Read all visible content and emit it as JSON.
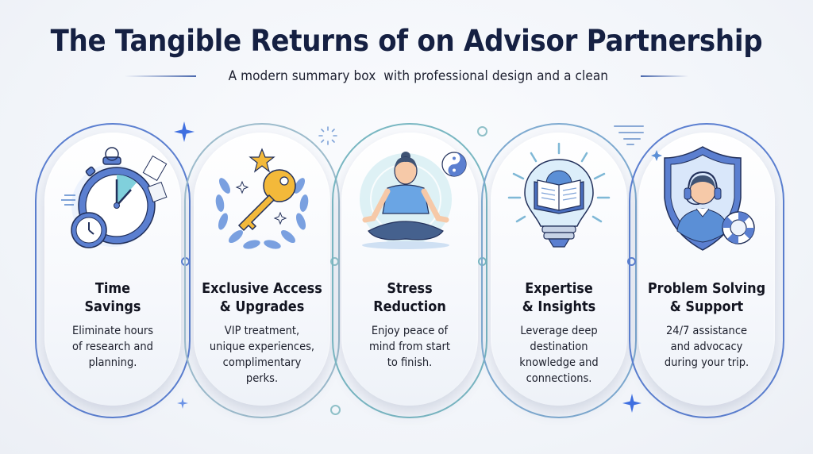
{
  "header": {
    "title": "The Tangible Returns of on Advisor Partnership",
    "subtitle": "A modern summary box  with professional design and a clean"
  },
  "colors": {
    "title": "#152042",
    "ring_blue": "#5b7fd0",
    "ring_teal": "#79b7c2",
    "accent_blue": "#3f6fe0",
    "gold": "#f3b93a"
  },
  "cards": [
    {
      "id": "time-savings",
      "icon": "stopwatch-icon",
      "title": "Time\nSavings",
      "title_lines": [
        "Time",
        "Savings"
      ],
      "description": "Eliminate hours\nof research and\nplanning."
    },
    {
      "id": "exclusive-access",
      "icon": "key-laurel-icon",
      "title_lines": [
        "Exclusive Access",
        "& Upgrades"
      ],
      "description": "VIP treatment,\nunique experiences,\ncomplimentary\nperks."
    },
    {
      "id": "stress-reduction",
      "icon": "meditation-icon",
      "title_lines": [
        "Stress",
        "Reduction"
      ],
      "description": "Enjoy peace of\nmind from start\nto finish."
    },
    {
      "id": "expertise-insights",
      "icon": "lightbulb-book-icon",
      "title_lines": [
        "Expertise",
        "& Insights"
      ],
      "description": "Leverage deep\ndestination\nknowledge and\nconnections."
    },
    {
      "id": "problem-solving",
      "icon": "support-shield-icon",
      "title_lines": [
        "Problem Solving",
        "& Support"
      ],
      "description": "24/7 assistance\nand advocacy\nduring your trip."
    }
  ]
}
